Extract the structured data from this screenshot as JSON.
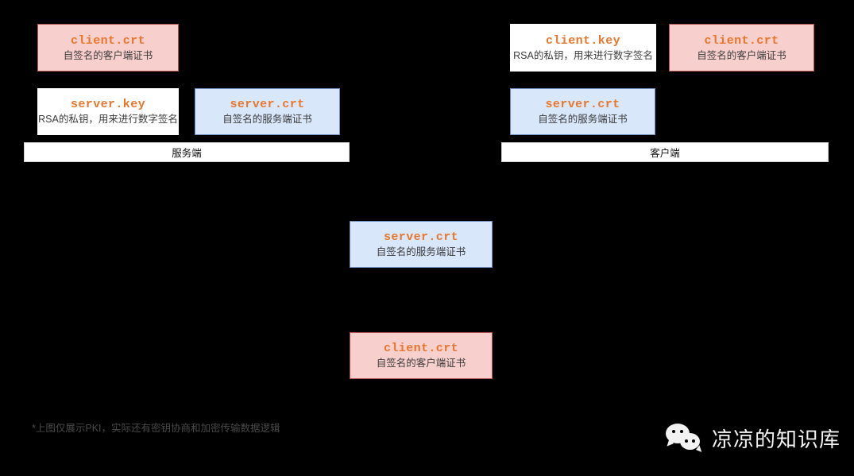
{
  "diagram": {
    "server_group": {
      "role_label": "服务端",
      "cards": [
        {
          "title": "client.crt",
          "desc": "自签名的客户端证书",
          "style": "pink"
        },
        {
          "title": "server.key",
          "desc": "RSA的私钥，用来进行数字签名",
          "style": "plain"
        },
        {
          "title": "server.crt",
          "desc": "自签名的服务端证书",
          "style": "blue"
        }
      ]
    },
    "client_group": {
      "role_label": "客户端",
      "cards": [
        {
          "title": "client.key",
          "desc": "RSA的私钥，用来进行数字签名",
          "style": "plain"
        },
        {
          "title": "client.crt",
          "desc": "自签名的客户端证书",
          "style": "pink"
        },
        {
          "title": "server.crt",
          "desc": "自签名的服务端证书",
          "style": "blue"
        }
      ]
    },
    "middle_cards": [
      {
        "title": "server.crt",
        "desc": "自签名的服务端证书",
        "style": "blue"
      },
      {
        "title": "client.crt",
        "desc": "自签名的客户端证书",
        "style": "pink"
      }
    ],
    "footnote": "*上图仅展示PKI，实际还有密钥协商和加密传输数据逻辑",
    "watermark": {
      "icon": "wechat-icon",
      "text": "凉凉的知识库"
    },
    "colors": {
      "background": "#000000",
      "title_orange": "#e8762c",
      "pink_fill": "#f7cfcd",
      "pink_border": "#b4524f",
      "blue_fill": "#d9e7fb",
      "blue_border": "#6d8fbf",
      "plain_fill": "#ffffff"
    }
  }
}
